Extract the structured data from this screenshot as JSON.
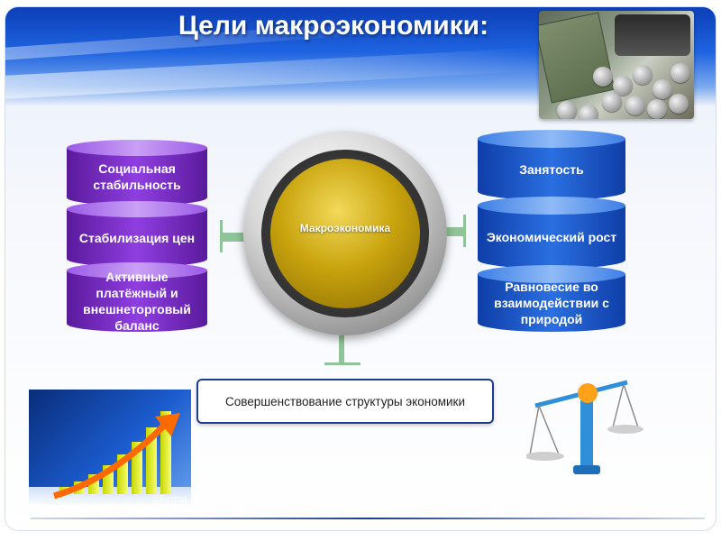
{
  "title": "Цели макроэкономики:",
  "hub": {
    "label": "Макроэкономика"
  },
  "left_goals": [
    {
      "label": "Социальная стабильность"
    },
    {
      "label": "Стабилизация цен"
    },
    {
      "label": "Активные платёжный и внешнеторговый баланс"
    }
  ],
  "right_goals": [
    {
      "label": "Занятость"
    },
    {
      "label": "Экономический рост"
    },
    {
      "label": "Равновесие во взаимодействии с природой"
    }
  ],
  "bottom_goal": {
    "label": "Совершенствование структуры экономики"
  },
  "watermark": "©Finma",
  "colors": {
    "left_cylinders": "#7a2fd0",
    "right_cylinders": "#1f5fd6",
    "hub": "#c9a40e",
    "box_border": "#1e3e8c",
    "connector": "#8fc49a"
  },
  "icons": [
    "money-photo-icon",
    "growth-chart-icon",
    "scales-icon"
  ]
}
